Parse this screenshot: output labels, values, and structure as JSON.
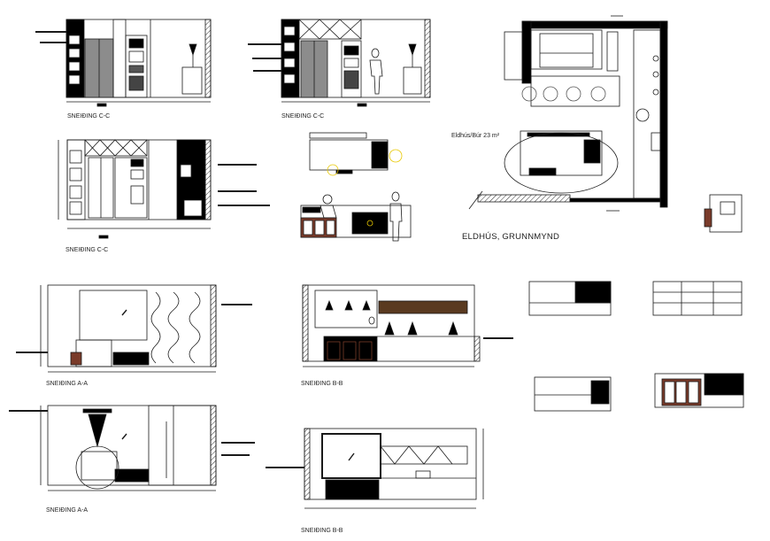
{
  "labels": {
    "section_cc": "SNEIÐING C-C",
    "section_aa": "SNEIÐING A-A",
    "section_bb": "SNEIÐING B-B",
    "area_note": "Eldhús/Búr 23 m²",
    "plan_title": "ELDHÚS, GRUNNMYND"
  },
  "colors": {
    "line": "#1a1a1a",
    "fill_dark": "#000000",
    "fill_grey": "#8c8c8c",
    "wood": "#5a3a20",
    "stool": "#7a3b2a",
    "accent_yellow": "#e8c800"
  }
}
